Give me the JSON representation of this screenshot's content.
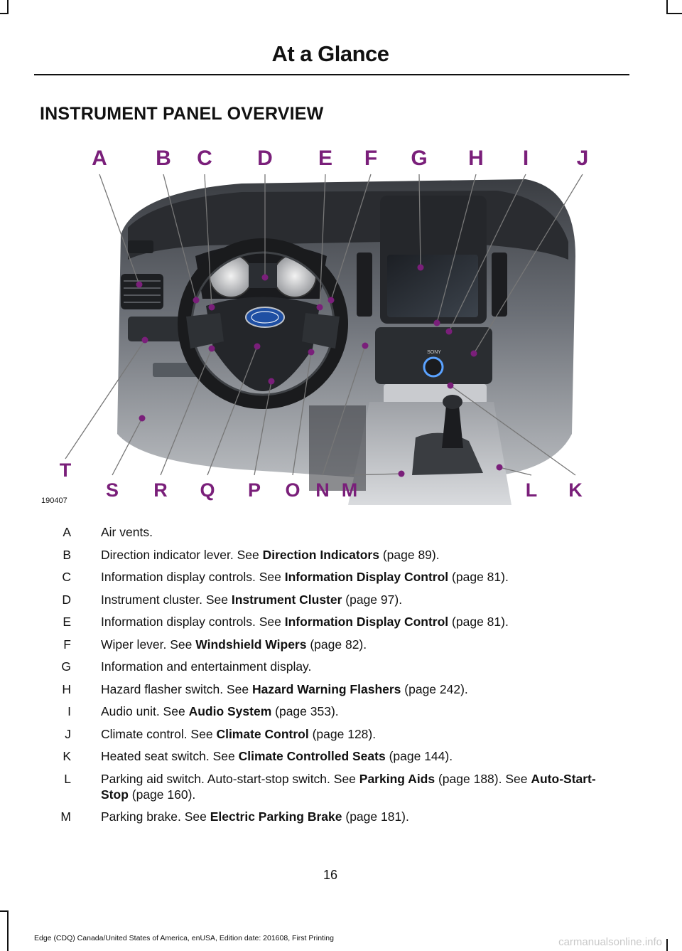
{
  "header": {
    "title": "At a Glance"
  },
  "section": {
    "title": "INSTRUMENT PANEL OVERVIEW"
  },
  "figure": {
    "id": "190407",
    "callout_color": "#7a1f7a",
    "callouts_top": [
      "A",
      "B",
      "C",
      "D",
      "E",
      "F",
      "G",
      "H",
      "I",
      "J"
    ],
    "callouts_bottom": [
      "T",
      "S",
      "R",
      "Q",
      "P",
      "O",
      "N",
      "M",
      "L",
      "K"
    ],
    "display_brand": "SONY"
  },
  "legend": [
    {
      "letter": "A",
      "text": "Air vents.",
      "ref": "",
      "page": ""
    },
    {
      "letter": "B",
      "text": "Direction indicator lever.  See ",
      "ref": "Direction Indicators",
      "page": " (page 89)."
    },
    {
      "letter": "C",
      "text": "Information display controls.  See ",
      "ref": "Information Display Control",
      "page": " (page 81)."
    },
    {
      "letter": "D",
      "text": "Instrument cluster.  See ",
      "ref": "Instrument Cluster",
      "page": " (page 97)."
    },
    {
      "letter": "E",
      "text": "Information display controls.  See ",
      "ref": "Information Display Control",
      "page": " (page 81)."
    },
    {
      "letter": "F",
      "text": "Wiper lever.  See ",
      "ref": "Windshield Wipers",
      "page": " (page 82)."
    },
    {
      "letter": "G",
      "text": "Information and entertainment display.",
      "ref": "",
      "page": ""
    },
    {
      "letter": "H",
      "text": "Hazard flasher switch.  See ",
      "ref": "Hazard Warning Flashers",
      "page": " (page 242)."
    },
    {
      "letter": "I",
      "text": "Audio unit.  See ",
      "ref": "Audio System",
      "page": " (page 353)."
    },
    {
      "letter": "J",
      "text": "Climate control.  See ",
      "ref": "Climate Control",
      "page": " (page 128)."
    },
    {
      "letter": "K",
      "text": "Heated seat switch.  See ",
      "ref": "Climate Controlled Seats",
      "page": " (page 144)."
    },
    {
      "letter": "L",
      "text": "Parking aid switch. Auto-start-stop switch.  See ",
      "ref": "Parking Aids",
      "page": " (page 188).  See ",
      "ref2": "Auto-Start-Stop",
      "page2": " (page 160)."
    },
    {
      "letter": "M",
      "text": "Parking brake.  See ",
      "ref": "Electric Parking Brake",
      "page": " (page 181)."
    }
  ],
  "footer": {
    "page_number": "16",
    "edition": "Edge (CDQ) Canada/United States of America, enUSA, Edition date: 201608, First Printing",
    "watermark": "carmanualsonline.info"
  }
}
